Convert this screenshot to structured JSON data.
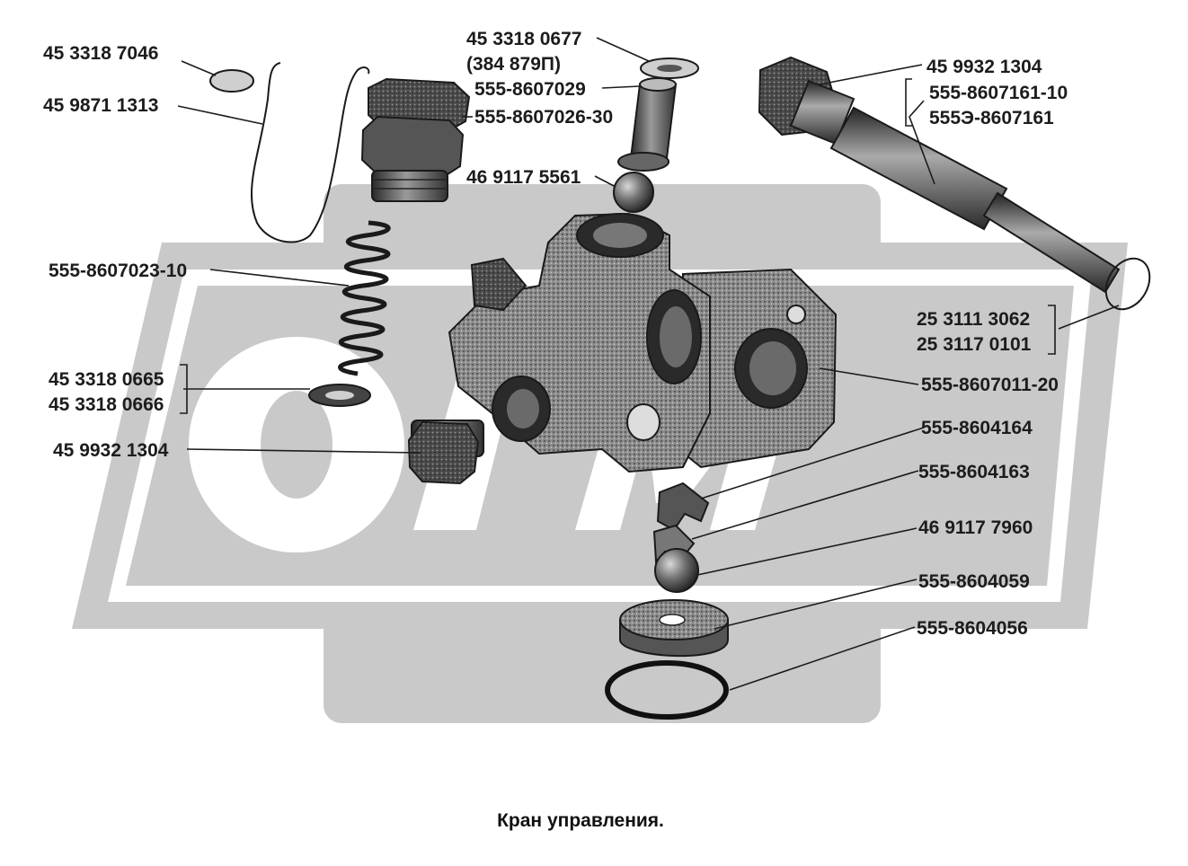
{
  "title": "Кран управления.",
  "watermark": {
    "text": "ОРМ",
    "color": "#c9c9c9"
  },
  "colors": {
    "ink": "#1c1c1c",
    "metal_dark": "#3a3a3a",
    "metal_mid": "#6e6e6e",
    "metal_light": "#a8a8a8"
  },
  "labels": [
    {
      "id": "cap-washer",
      "lines": [
        "45 3318 7046"
      ]
    },
    {
      "id": "lock-wire",
      "lines": [
        "45 9871 1313"
      ]
    },
    {
      "id": "screen-washer",
      "lines": [
        "45 3318 0677",
        "(384 879П)"
      ]
    },
    {
      "id": "sleeve",
      "lines": [
        "555-8607029"
      ]
    },
    {
      "id": "plug-cap",
      "lines": [
        "555-8607026-30"
      ]
    },
    {
      "id": "ball-top",
      "lines": [
        "46 9117 5561"
      ]
    },
    {
      "id": "spring",
      "lines": [
        "555-8607023-10"
      ]
    },
    {
      "id": "washer-pair",
      "lines": [
        "45 3318 0665",
        "45 3318 0666"
      ]
    },
    {
      "id": "plug-left",
      "lines": [
        "45 9932 1304"
      ]
    },
    {
      "id": "bolt-head",
      "lines": [
        "45 9932 1304"
      ]
    },
    {
      "id": "hollow-bolt",
      "lines": [
        "555-8607161-10",
        "555Э-8607161"
      ]
    },
    {
      "id": "gasket-ring",
      "lines": [
        "25 3111 3062",
        "25 3117 0101"
      ]
    },
    {
      "id": "valve-body",
      "lines": [
        "555-8607011-20"
      ]
    },
    {
      "id": "retainer-upper",
      "lines": [
        "555-8604164"
      ]
    },
    {
      "id": "retainer-lower",
      "lines": [
        "555-8604163"
      ]
    },
    {
      "id": "ball-bottom",
      "lines": [
        "46 9117 7960"
      ]
    },
    {
      "id": "seat-disc",
      "lines": [
        "555-8604059"
      ]
    },
    {
      "id": "o-ring",
      "lines": [
        "555-8604056"
      ]
    }
  ]
}
